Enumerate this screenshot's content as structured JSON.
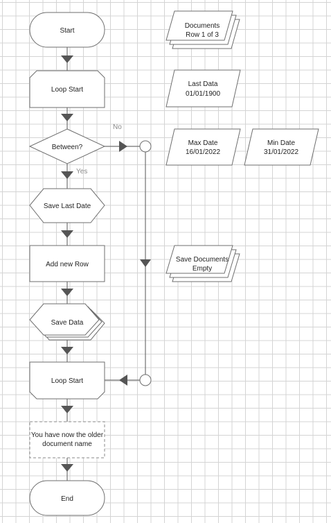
{
  "flow": {
    "start": "Start",
    "loop_start_top": "Loop Start",
    "decision": "Between?",
    "save_last_date": "Save Last Date",
    "add_new_row": "Add new Row",
    "save_data": "Save Data",
    "loop_start_bottom": "Loop Start",
    "note_line1": "You have now the older",
    "note_line2": "document name",
    "end": "End",
    "edge_no": "No",
    "edge_yes": "Yes"
  },
  "data_items": {
    "documents_line1": "Documents",
    "documents_line2": "Row 1 of 3",
    "last_data_line1": "Last Data",
    "last_data_line2": "01/01/1900",
    "max_date_line1": "Max Date",
    "max_date_line2": "16/01/2022",
    "min_date_line1": "Min Date",
    "min_date_line2": "31/01/2022",
    "save_documents_line1": "Save Documents",
    "save_documents_line2": "Empty"
  },
  "colors": {
    "grid": "#d4d4d4",
    "stroke": "#6e6e6e",
    "arrow": "#555555",
    "edge_label": "#8a8a8a"
  }
}
